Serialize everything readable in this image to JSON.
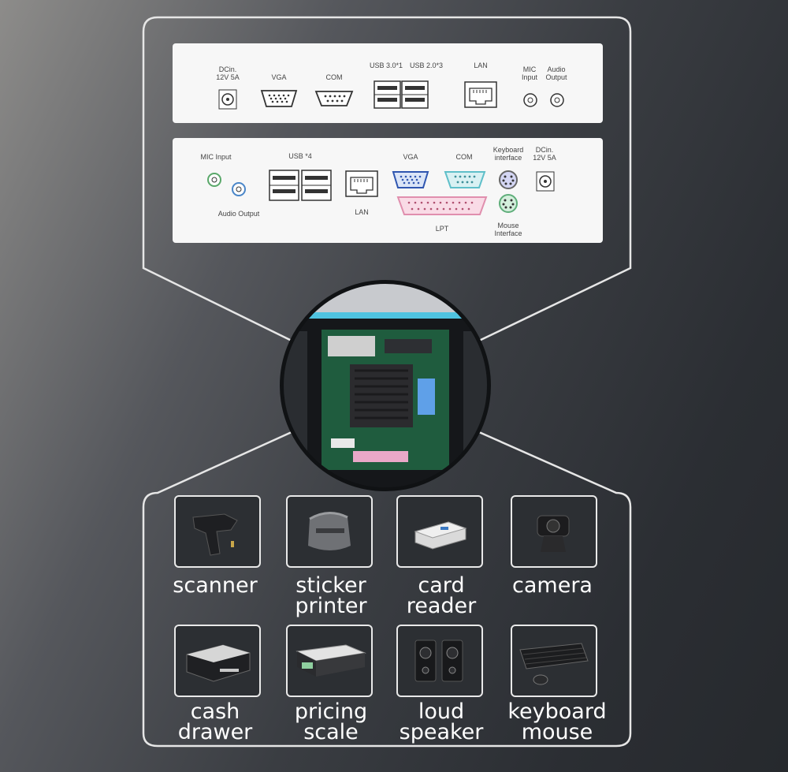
{
  "rear_panel_1": {
    "dc_in": "DCin.\n12V 5A",
    "vga": "VGA",
    "com": "COM",
    "usb30": "USB 3.0*1",
    "usb20": "USB 2.0*3",
    "lan": "LAN",
    "mic": "MIC\nInput",
    "audio": "Audio\nOutput"
  },
  "rear_panel_2": {
    "mic": "MIC Input",
    "audio": "Audio Output",
    "usb": "USB *4",
    "lan": "LAN",
    "vga": "VGA",
    "com": "COM",
    "lpt": "LPT",
    "keyboard": "Keyboard\ninterface",
    "mouse": "Mouse\nInterface",
    "dc_in": "DCin.\n12V 5A"
  },
  "peripherals": [
    {
      "label": "scanner",
      "icon": "barcode-scanner-icon"
    },
    {
      "label": "sticker\nprinter",
      "icon": "label-printer-icon"
    },
    {
      "label": "card\nreader",
      "icon": "card-reader-icon"
    },
    {
      "label": "camera",
      "icon": "webcam-icon"
    },
    {
      "label": "cash\ndrawer",
      "icon": "cash-drawer-icon"
    },
    {
      "label": "pricing\nscale",
      "icon": "pricing-scale-icon"
    },
    {
      "label": "loud\nspeaker",
      "icon": "speaker-icon"
    },
    {
      "label": "keyboard\nmouse",
      "icon": "keyboard-mouse-icon"
    }
  ],
  "colors": {
    "outline": "#e6e6e6",
    "panel": "#f7f7f7",
    "vga_port": "#2f56b0",
    "com_port": "#5fbfc9",
    "lpt_port": "#f2b8cc",
    "keyboard_port": "#7a7fd1",
    "mouse_port": "#5fae7a",
    "mic_jack": "#5aa86a",
    "audio_jack": "#4a86c8"
  }
}
